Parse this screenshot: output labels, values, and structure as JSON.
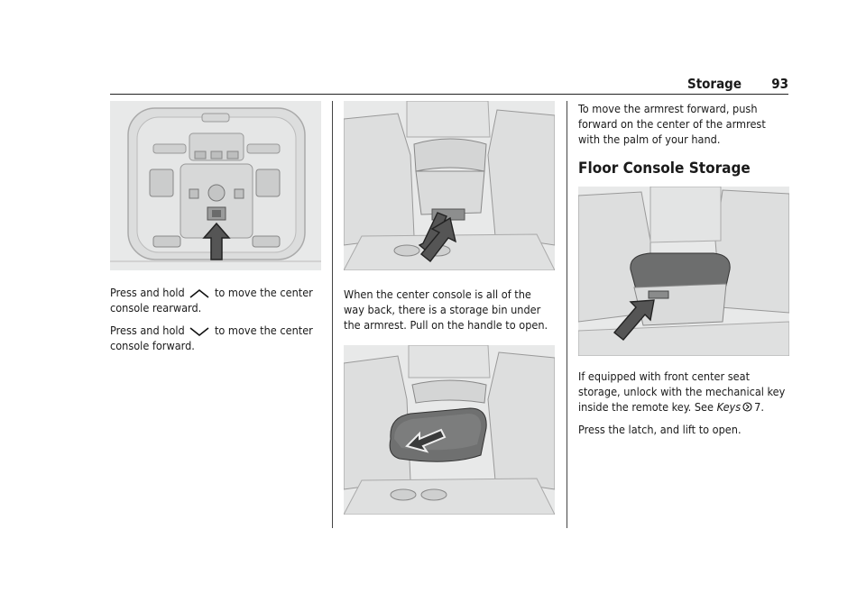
{
  "header": {
    "section": "Storage",
    "page_number": "93"
  },
  "col1": {
    "p1": {
      "before": "Press and hold",
      "after": "to move the center console rearward."
    },
    "p2": {
      "before": "Press and hold",
      "after": "to move the center console forward."
    },
    "icons": {
      "up": "chevron-up-icon",
      "down": "chevron-down-icon"
    }
  },
  "col2": {
    "p1": "When the center console is all of the way back, there is a storage bin under the armrest. Pull on the handle to open."
  },
  "col3": {
    "p1": "To move the armrest forward, push forward on the center of the armrest with the palm of your hand.",
    "heading": "Floor Console Storage",
    "p2": {
      "before": "If equipped with front center seat storage, unlock with the mechanical key inside the remote key. See",
      "link": "Keys",
      "page_ref": "7",
      "after": "."
    },
    "p3": "Press the latch, and lift to open."
  }
}
